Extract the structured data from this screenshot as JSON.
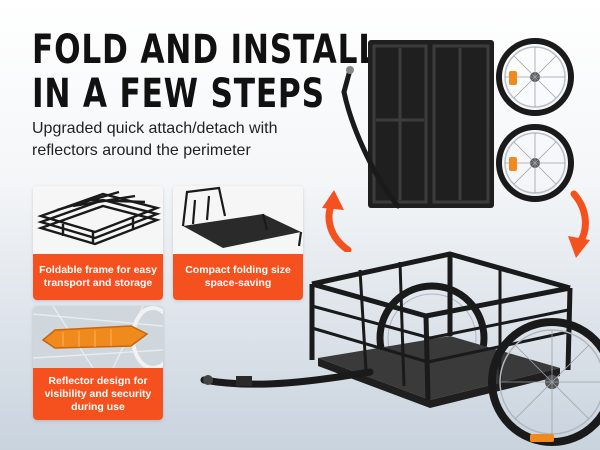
{
  "headline": {
    "line1": "FOLD AND INSTALL",
    "line2": "IN A FEW STEPS"
  },
  "subtitle": "Upgraded quick attach/detach with reflectors around the perimeter",
  "features": [
    {
      "caption": "Foldable frame for easy transport and storage",
      "icon": "folded-frame-photo"
    },
    {
      "caption": "Compact folding size space-saving",
      "icon": "folding-frame-photo"
    },
    {
      "caption": "Reflector design for visibility and security during use",
      "icon": "reflector-photo"
    }
  ],
  "colors": {
    "accent": "#f4511e",
    "frame": "#1a1a1a",
    "background_bottom": "#c9d3de"
  },
  "images": {
    "folded_trailer": "folded-trailer-frame",
    "wheels": "wheel-pair",
    "assembled_trailer": "bike-cargo-trailer",
    "arrows": "orange-curved-arrows"
  }
}
